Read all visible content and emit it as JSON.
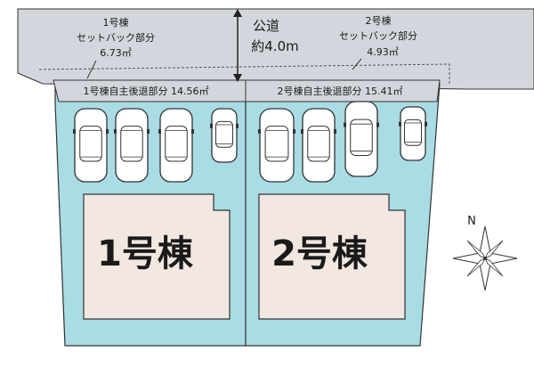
{
  "road": {
    "label": "公道",
    "width": "約4.0m"
  },
  "lot1": {
    "setback_title": "1号棟",
    "setback_desc": "セットバック部分",
    "setback_area": "6.73㎡",
    "voluntary_setback": "1号棟自主後退部分 14.56㎡",
    "building_label": "1号棟",
    "parking_spaces": 4
  },
  "lot2": {
    "setback_title": "2号棟",
    "setback_desc": "セットバック部分",
    "setback_area": "4.93㎡",
    "voluntary_setback": "2号棟自主後退部分 15.41㎡",
    "building_label": "2号棟",
    "parking_spaces": 4
  },
  "compass": {
    "north": "N"
  },
  "colors": {
    "road": "#d3d7dd",
    "lot": "#a9dce4",
    "building": "#f2e8e1",
    "outline": "#333333"
  }
}
